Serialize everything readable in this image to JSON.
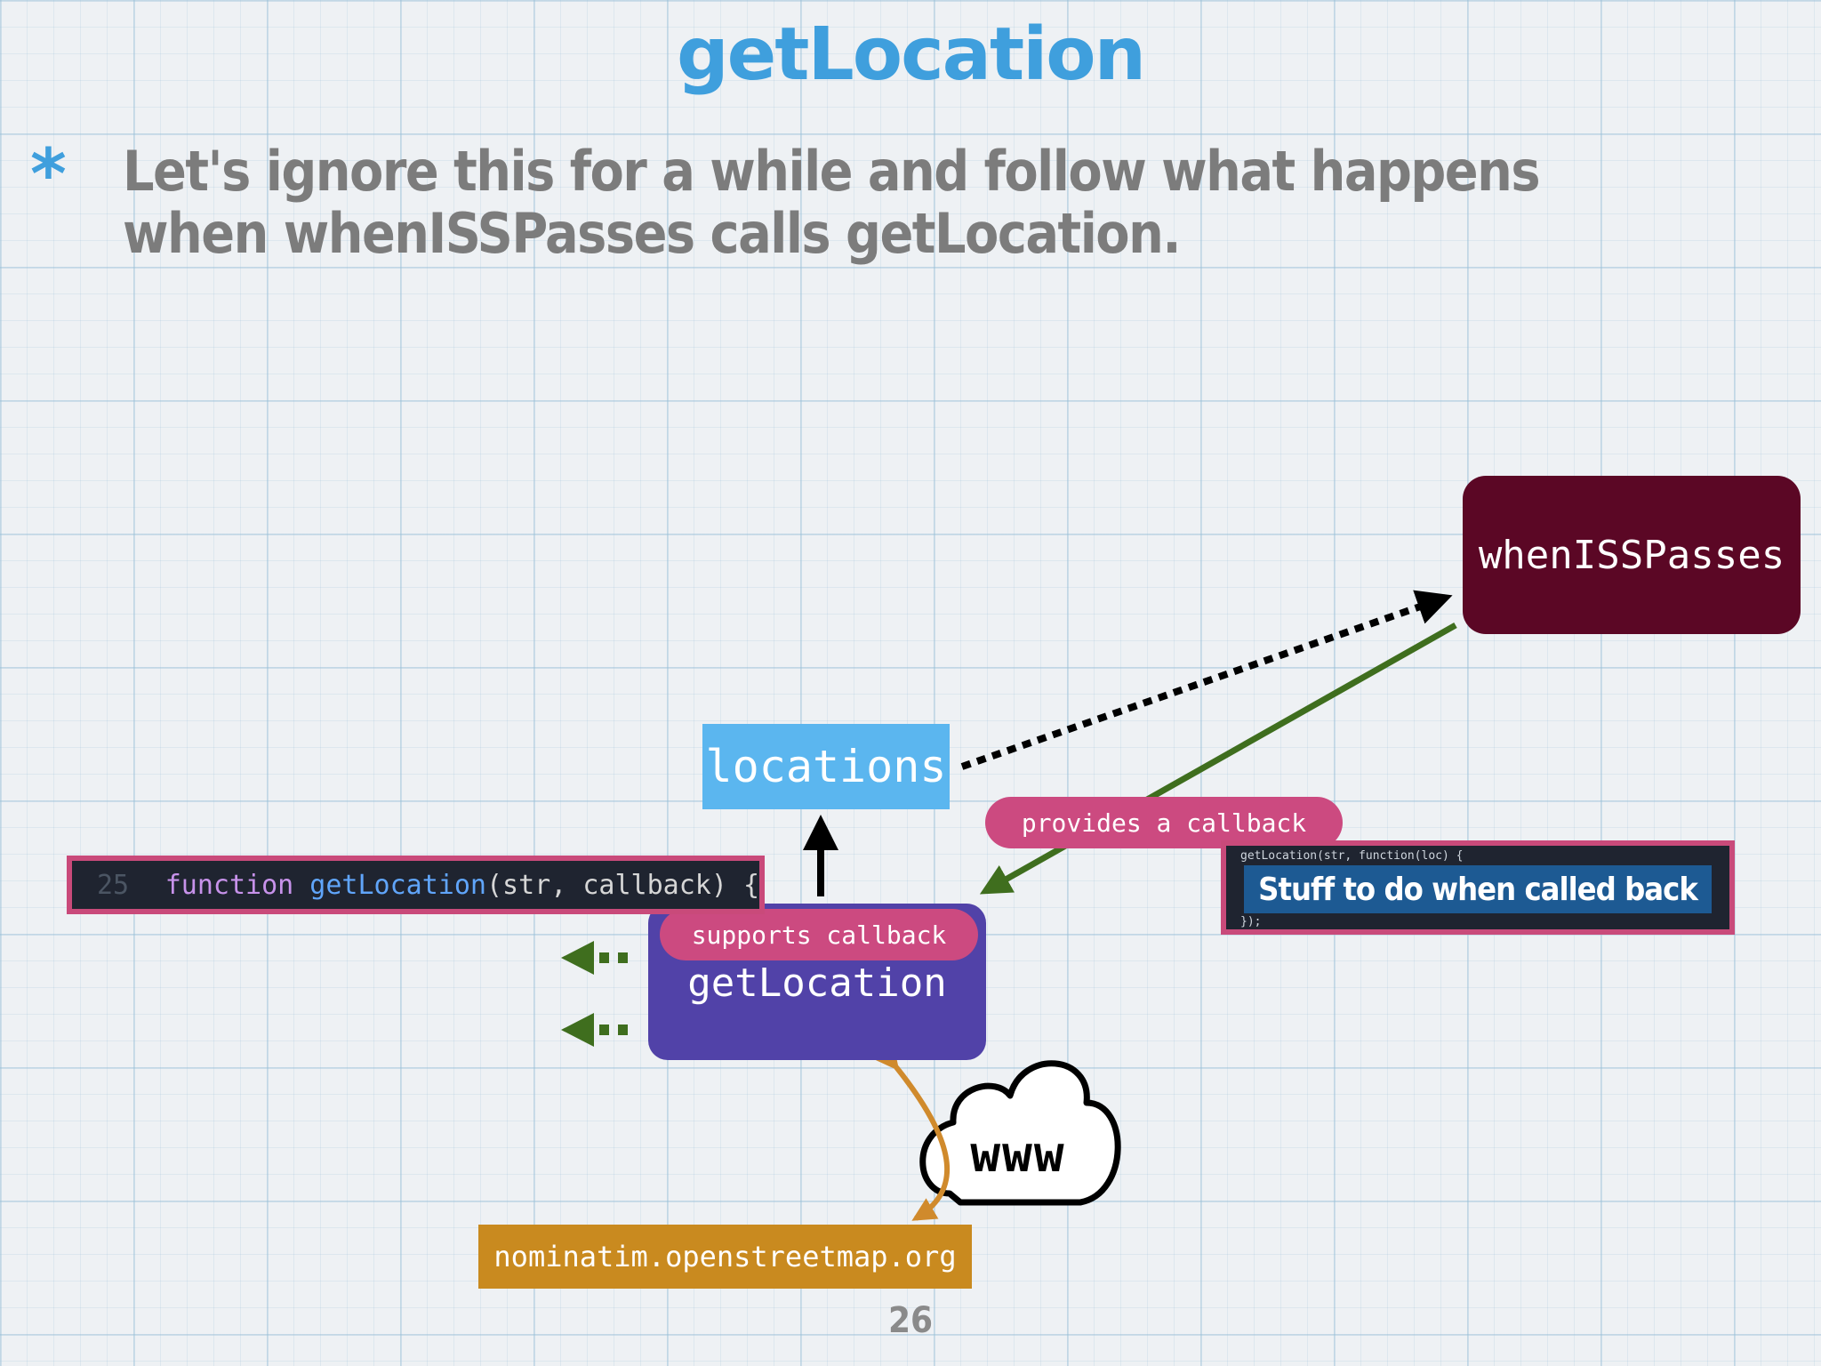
{
  "slide": {
    "title": "getLocation",
    "bullet_marker": "*",
    "bullet_text": "Let's ignore this for a while and follow what happens when whenISSPasses calls getLocation.",
    "page_number": "26"
  },
  "nodes": {
    "when_iss_passes": "whenISSPasses",
    "locations": "locations",
    "get_location": "getLocation",
    "supports_callback": "supports callback",
    "provides_callback": "provides a callback",
    "nominatim": "nominatim.openstreetmap.org",
    "www": "www"
  },
  "code": {
    "line_number": "25",
    "keyword": "function",
    "function_name": "getLocation",
    "params": "(str, callback) {",
    "callback_top": "getLocation(str, function(loc) {",
    "callback_body": "Stuff to do when called back",
    "callback_bottom": "});"
  },
  "colors": {
    "title": "#3f9fdd",
    "bullet": "#3f9fdd",
    "when_box": "#5b0725",
    "locations_box": "#5bb6ef",
    "get_location_box": "#5142a8",
    "pill": "#cc4a80",
    "nominatim_box": "#c98a1f",
    "code_bg": "#1f2430",
    "callback_inner": "#1d5a93",
    "green_arrow": "#3f6e1e",
    "orange_arrow": "#d08a2c",
    "keyword": "#c792ea",
    "function_name": "#60a5fa",
    "code_text": "#d6d6d6"
  }
}
